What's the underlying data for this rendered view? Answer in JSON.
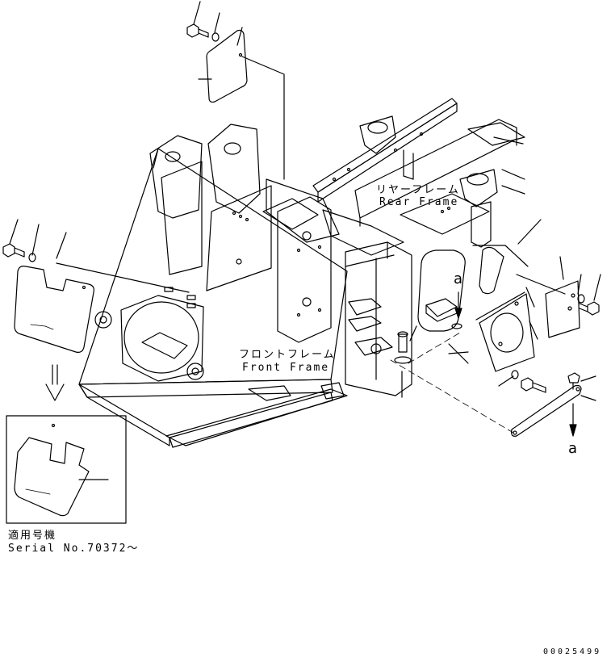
{
  "rear_frame": {
    "label_jp": "リヤーフレーム",
    "label_en": "Rear Frame"
  },
  "front_frame": {
    "label_jp": "フロントフレーム",
    "label_en": "Front Frame"
  },
  "ref_marks": {
    "upper": "a",
    "lower": "a"
  },
  "inset": {
    "serial_jp": "適用号機",
    "serial_en": "Serial No.70372～"
  },
  "drawing_number": "00025499"
}
